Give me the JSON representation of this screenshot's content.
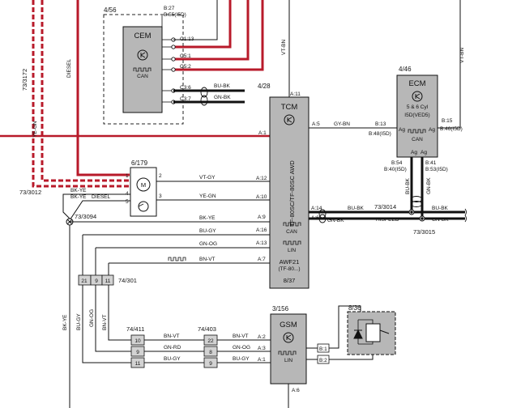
{
  "refs": {
    "cem_ref": "4/56",
    "tcm_ref": "4/28",
    "ecm_ref": "4/46",
    "ecm_variant_ref": "5 & 6 Cyl",
    "ecm_variant": "I5D(VED5)",
    "m_ref": "6/179",
    "tcm_box_ref": "8/37",
    "gsm_ref": "3/156",
    "sw_ref": "8/36",
    "conn_301": "74/301",
    "conn_411": "74/411",
    "conn_403": "74/403",
    "ref_73_3172": "73/3172",
    "ref_73_3012": "73/3012",
    "ref_73_3094": "73/3094",
    "ref_73_3014": "73/3014",
    "ref_73_3015": "73/3015"
  },
  "modules": {
    "cem": "CEM",
    "tcm": "TCM",
    "ecm": "ECM",
    "gsm": "GSM",
    "tcm_side": "TF-80SC/TF-80SC AWD",
    "awf": "AWF21",
    "awf_sub": "(TF-80...)",
    "motor": "M"
  },
  "signals": {
    "can": "CAN",
    "lin": "LIN",
    "diesel": "DIESEL",
    "hispeed": "HISPEED"
  },
  "pins": {
    "b27": "B:27",
    "b55": "B:55(I5D)",
    "c1_13": "C1:13",
    "c5_1": "C5:1",
    "c5_2": "C5:2",
    "c3_6": "C3:6",
    "c3_7": "C3:7",
    "a11": "A:11",
    "a1": "A:1",
    "a5": "A:5",
    "a12": "A:12",
    "a10": "A:10",
    "a9": "A:9",
    "a16": "A:16",
    "a13": "A:13",
    "a7": "A:7",
    "a14": "A:14",
    "a6": "A:6",
    "a2": "A:2",
    "a3": "A:3",
    "gsm_a1": "A:1",
    "gsm_a6": "A:6",
    "b13": "B:13",
    "b48": "B:48(I5D)",
    "b15": "B:15",
    "b46": "B:46(I5D)",
    "b54": "B:54",
    "b40": "B:40(I5D)",
    "b41": "B:41",
    "b53": "B:53(I5D)",
    "b1": "B:1",
    "b2": "B:2",
    "ag": "Ag",
    "m1": "1",
    "m2": "2",
    "m3": "3",
    "m4": "4",
    "m5": "5"
  },
  "wires": {
    "vt_bn": "VT-BN",
    "bu_bk": "BU-BK",
    "gn_bk": "GN-BK",
    "ye_gn": "YE-GN",
    "gy_bn": "GY-BN",
    "vt_gy": "VT-GY",
    "bk_ye": "BK-YE",
    "bu_gy": "BU-GY",
    "gn_og": "GN-OG",
    "bn_vt": "BN-VT",
    "gn_rd": "GN-RD"
  },
  "connectors": {
    "c301": [
      "21",
      "9",
      "11"
    ],
    "c411": [
      "10",
      "9",
      "11"
    ],
    "c403": [
      "22",
      "8",
      "9"
    ]
  }
}
